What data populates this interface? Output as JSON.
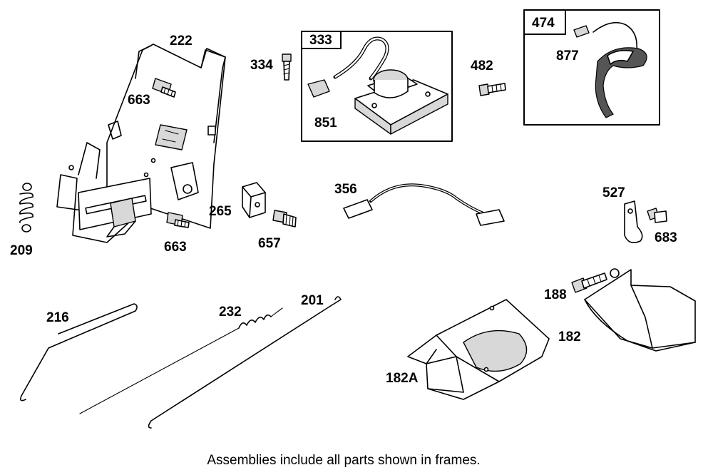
{
  "caption": "Assemblies include all parts shown in frames.",
  "frames": [
    {
      "label": "333",
      "parts": [
        "851"
      ]
    },
    {
      "label": "474",
      "parts": [
        "877"
      ]
    }
  ],
  "parts": {
    "p222": "222",
    "p663a": "663",
    "p663b": "663",
    "p209": "209",
    "p265": "265",
    "p657": "657",
    "p334": "334",
    "p851": "851",
    "p482": "482",
    "p877": "877",
    "p356": "356",
    "p527": "527",
    "p683": "683",
    "p216": "216",
    "p232": "232",
    "p201": "201",
    "p188": "188",
    "p182": "182",
    "p182a": "182A"
  }
}
